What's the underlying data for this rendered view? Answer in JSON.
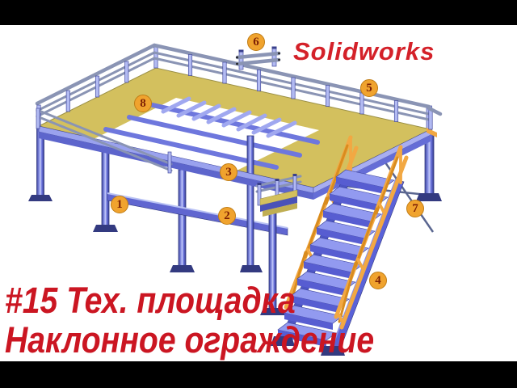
{
  "brand": {
    "text": "Solidworks"
  },
  "caption": {
    "line1": "#15 Тех. площадка",
    "line2": "Наклонное ограждение"
  },
  "balloons": [
    {
      "number": "1"
    },
    {
      "number": "2"
    },
    {
      "number": "3"
    },
    {
      "number": "4"
    },
    {
      "number": "5"
    },
    {
      "number": "6"
    },
    {
      "number": "7"
    },
    {
      "number": "8"
    }
  ],
  "palette": {
    "frame_black": "#000000",
    "canvas_white": "#ffffff",
    "steel_light": "#b9c2f4",
    "steel_mid": "#7b84e6",
    "steel_dark": "#4a52b8",
    "steel_outline": "#333a80",
    "rail_grey": "#8a94b4",
    "deck_yellow": "#d3c05e",
    "deck_yellow_dark": "#a9983f",
    "stair_orange": "#f2a843",
    "stair_orange_dark": "#d98c1e",
    "balloon_fill": "#f0a32e",
    "balloon_ring": "#c07d15",
    "balloon_number": "#7c1f04",
    "brand_red": "#d42129",
    "caption_red": "#cb1622"
  }
}
